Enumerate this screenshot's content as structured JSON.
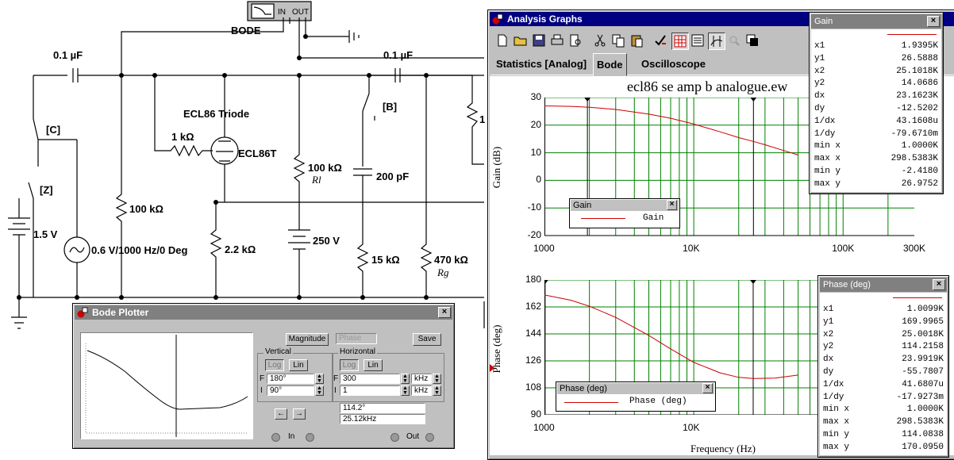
{
  "schematic": {
    "bode_label": "BODE",
    "in_label": "IN",
    "out_label": "OUT",
    "cap_in": "0.1 µF",
    "cap_out": "0.1 µF",
    "switch_c": "[C]",
    "switch_z": "[Z]",
    "switch_b": "[B]",
    "battery_small": "1.5 V",
    "source": "0.6 V/1000 Hz/0 Deg",
    "r_100k_left": "100 kΩ",
    "r_1k": "1 kΩ",
    "tube_title": "ECL86 Triode",
    "tube_name": "ECL86T",
    "r_2_2k": "2.2 kΩ",
    "r_100k_rl": "100 kΩ",
    "rl_label": "Rl",
    "battery_250": "250 V",
    "cap_200p": "200 pF",
    "r_15k": "15 kΩ",
    "r_470k": "470 kΩ",
    "rg_label": "Rg",
    "partial_1": "1"
  },
  "bode_plotter": {
    "title": "Bode Plotter",
    "magnitude_btn": "Magnitude",
    "phase_btn": "Phase",
    "save_btn": "Save",
    "vertical_label": "Vertical",
    "horizontal_label": "Horizontal",
    "log_btn": "Log",
    "lin_btn": "Lin",
    "f_label": "F",
    "i_label": "I",
    "vert_final": "180°",
    "vert_initial": "90°",
    "horiz_final": "300",
    "horiz_initial": "1",
    "unit_final": "kHz",
    "unit_initial": "kHz",
    "left_arrow": "←",
    "right_arrow": "→",
    "readout_value": "114.2°",
    "readout_freq": "25.12kHz",
    "in_label": "In",
    "out_label": "Out"
  },
  "analysis": {
    "title": "Analysis Graphs",
    "tabs": [
      "Statistics [Analog]",
      "Bode",
      "Oscilloscope"
    ],
    "active_tab": "Bode",
    "graph_title": "ecl86 se amp b analogue.ew",
    "gain_axis": "Gain (dB)",
    "phase_axis": "Phase (deg)",
    "freq_axis": "Frequency (Hz)",
    "gain_legend_title": "Gain",
    "gain_legend_entry": "Gain",
    "phase_legend_title": "Phase (deg)",
    "phase_legend_entry": "Phase (deg)",
    "line_color": "#cc0000",
    "grid_color": "#008000"
  },
  "gain_readout": {
    "title": "Gain",
    "rows": [
      {
        "k": "x1",
        "v": "1.9395K"
      },
      {
        "k": "y1",
        "v": "26.5888"
      },
      {
        "k": "x2",
        "v": "25.1018K"
      },
      {
        "k": "y2",
        "v": "14.0686"
      },
      {
        "k": "dx",
        "v": "23.1623K"
      },
      {
        "k": "dy",
        "v": "-12.5202"
      },
      {
        "k": "1/dx",
        "v": "43.1608u"
      },
      {
        "k": "1/dy",
        "v": "-79.6710m"
      },
      {
        "k": "min x",
        "v": "1.0000K"
      },
      {
        "k": "max x",
        "v": "298.5383K"
      },
      {
        "k": "min y",
        "v": "-2.4180"
      },
      {
        "k": "max y",
        "v": "26.9752"
      }
    ]
  },
  "phase_readout": {
    "title": "Phase (deg)",
    "rows": [
      {
        "k": "x1",
        "v": "1.0099K"
      },
      {
        "k": "y1",
        "v": "169.9965"
      },
      {
        "k": "x2",
        "v": "25.0018K"
      },
      {
        "k": "y2",
        "v": "114.2158"
      },
      {
        "k": "dx",
        "v": "23.9919K"
      },
      {
        "k": "dy",
        "v": "-55.7807"
      },
      {
        "k": "1/dx",
        "v": "41.6807u"
      },
      {
        "k": "1/dy",
        "v": "-17.9273m"
      },
      {
        "k": "min x",
        "v": "1.0000K"
      },
      {
        "k": "max x",
        "v": "298.5383K"
      },
      {
        "k": "min y",
        "v": "114.0838"
      },
      {
        "k": "max y",
        "v": "170.0950"
      }
    ]
  },
  "chart_data": [
    {
      "type": "line",
      "xlabel": "",
      "ylabel": "Gain (dB)",
      "xscale": "log",
      "xlim": [
        1000,
        300000
      ],
      "ylim": [
        -20,
        30
      ],
      "x_ticks": [
        "1000",
        "10K",
        "100K",
        "300K"
      ],
      "y_ticks": [
        "30",
        "20",
        "10",
        "0",
        "-10",
        "-20"
      ],
      "grid": true,
      "series": [
        {
          "name": "Gain",
          "x": [
            1000,
            1500,
            2000,
            3000,
            5000,
            7000,
            10000,
            15000,
            20000,
            25000,
            30000,
            40000,
            50000
          ],
          "y": [
            26.97,
            26.8,
            26.5,
            25.7,
            24.0,
            22.5,
            20.4,
            17.6,
            15.5,
            14.1,
            12.9,
            10.8,
            9.2
          ]
        }
      ],
      "cursors_x": [
        1939.5,
        25101.8
      ]
    },
    {
      "type": "line",
      "xlabel": "Frequency (Hz)",
      "ylabel": "Phase (deg)",
      "xscale": "log",
      "xlim": [
        1000,
        300000
      ],
      "ylim": [
        90,
        180
      ],
      "x_ticks": [
        "1000",
        "10K"
      ],
      "y_ticks": [
        "180",
        "162",
        "144",
        "126",
        "108",
        "90"
      ],
      "grid": true,
      "series": [
        {
          "name": "Phase (deg)",
          "x": [
            1000,
            1500,
            2000,
            3000,
            5000,
            7000,
            10000,
            15000,
            20000,
            25000,
            35000,
            50000
          ],
          "y": [
            170.0,
            166.5,
            162.5,
            155.0,
            143.0,
            134.0,
            125.0,
            118.0,
            115.0,
            114.2,
            114.5,
            116.5
          ]
        }
      ],
      "cursors_x": [
        1009.9,
        25001.8
      ]
    }
  ]
}
